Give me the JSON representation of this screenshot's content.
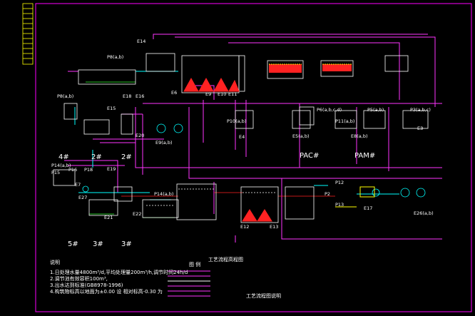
{
  "title_block": {
    "grid_rows": 13,
    "accent_color": "#ffff00"
  },
  "frame_color": "#ff00ff",
  "tags": [
    "E14",
    "P8(a,b)",
    "E18",
    "E16",
    "E6",
    "E9",
    "E10",
    "E11",
    "P8(a,b)",
    "E15",
    "E20",
    "E4",
    "E7",
    "E19",
    "E17",
    "E12",
    "E13",
    "P10(a,b)",
    "E5(a,b)",
    "E8(a,b)",
    "P6(a,b,c,d)",
    "P11(a,b)",
    "P5(a,b)",
    "E9(a,b)",
    "P3(a,b,c)",
    "E3",
    "P14(a,b)",
    "P16",
    "P18",
    "P15",
    "E27",
    "P14(a,b)",
    "E22",
    "P12",
    "P13",
    "P2",
    "E26(a,b)",
    "E21"
  ],
  "big_labels": {
    "pac": "PAC#",
    "pam": "PAM#"
  },
  "unit_labels": [
    "4#",
    "2#",
    "2#",
    "5#",
    "3#",
    "3#"
  ],
  "diagram_title": "工艺流程高程图",
  "legend_title": "图 例",
  "legend_caption": "工艺流程图说明",
  "notes": {
    "heading": "说明",
    "lines": [
      "1.日处理水量4800m³/d,平均处理量200m³/h,调节时间24h/d",
      "2.调节池有效容积100m³,",
      "3.出水达到标准(GB8978-1996)",
      "4.构筑物标高以地面为±0.00 设 相对标高-0.30 为"
    ]
  }
}
